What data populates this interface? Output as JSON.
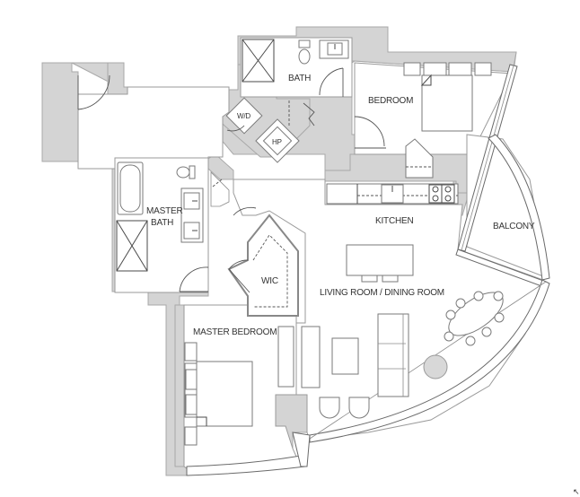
{
  "plan": {
    "rooms": {
      "bath": "BATH",
      "bedroom": "BEDROOM",
      "wd": "W/D",
      "hp": "HP",
      "kitchen": "KITCHEN",
      "balcony": "BALCONY",
      "master_bath_line1": "MASTER",
      "master_bath_line2": "BATH",
      "wic": "WIC",
      "living_dining": "LIVING ROOM / DINING ROOM",
      "master_bedroom": "MASTER BEDROOM"
    },
    "icons": {
      "north_arrow": "↖"
    },
    "colors": {
      "wall_fill": "#d4d4d4",
      "line": "#7a7a7a",
      "background": "#ffffff"
    }
  }
}
